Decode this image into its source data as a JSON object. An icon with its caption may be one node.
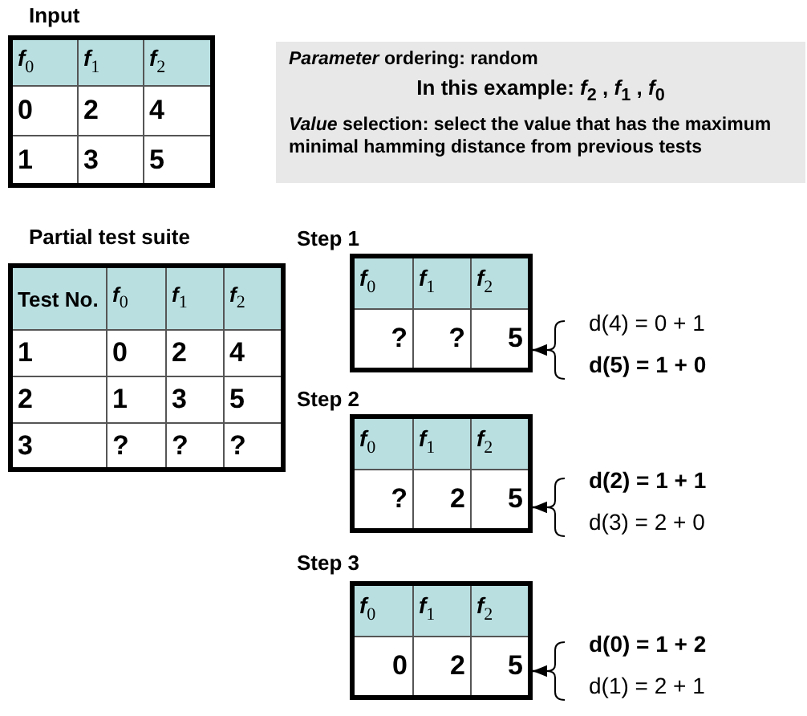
{
  "diagram": {
    "nodes": [
      {
        "text": [
          "Input",
          "*f*$_{0}$",
          "*f*$_{1}$",
          "*f*$_{2}$",
          "0",
          "2",
          "4",
          "1",
          "3",
          "5"
        ]
      },
      {
        "text": [
          "*Parameter* ordering: random",
          "In this example: *f*$_{2}$ , *f*$_{1}$ , *f*$_{0}$",
          "*Value* selection: select the value that has the maximum minimal hamming distance from previous tests"
        ]
      },
      {
        "text": [
          "Partial test suite",
          "Test No.",
          "*f*$_{0}$",
          "*f*$_{1}$",
          "*f*$_{2}$",
          "1",
          "0",
          "2",
          "4",
          "2",
          "1",
          "3",
          "5",
          "3",
          "?",
          "?",
          "?"
        ]
      },
      {
        "text": [
          "Step 1",
          "*f*$_{0}$",
          "*f*$_{1}$",
          "*f*$_{2}$",
          "?",
          "?",
          "5"
        ]
      },
      {
        "text": [
          "d(4) = 0 + 1",
          "**d(5) = 1 + 0**"
        ]
      },
      {
        "text": [
          "Step 2",
          "*f*$_{0}$",
          "*f*$_{1}$",
          "*f*$_{2}$",
          "?",
          "2",
          "5"
        ]
      },
      {
        "text": [
          "**d(2) = 1 + 1**",
          "d(3) = 2 + 0"
        ]
      },
      {
        "text": [
          "Step 3",
          "*f*$_{0}$",
          "*f*$_{1}$",
          "*f*$_{2}$",
          "0",
          "2",
          "5"
        ]
      },
      {
        "text": [
          "**d(0) = 1 + 2**",
          "d(1) = 2 + 1"
        ]
      }
    ],
    "edges": [
      {
        "from": 4,
        "to": 3,
        "arrow": "to"
      },
      {
        "from": 6,
        "to": 5,
        "arrow": "to"
      },
      {
        "from": 8,
        "to": 7,
        "arrow": "to"
      }
    ]
  }
}
